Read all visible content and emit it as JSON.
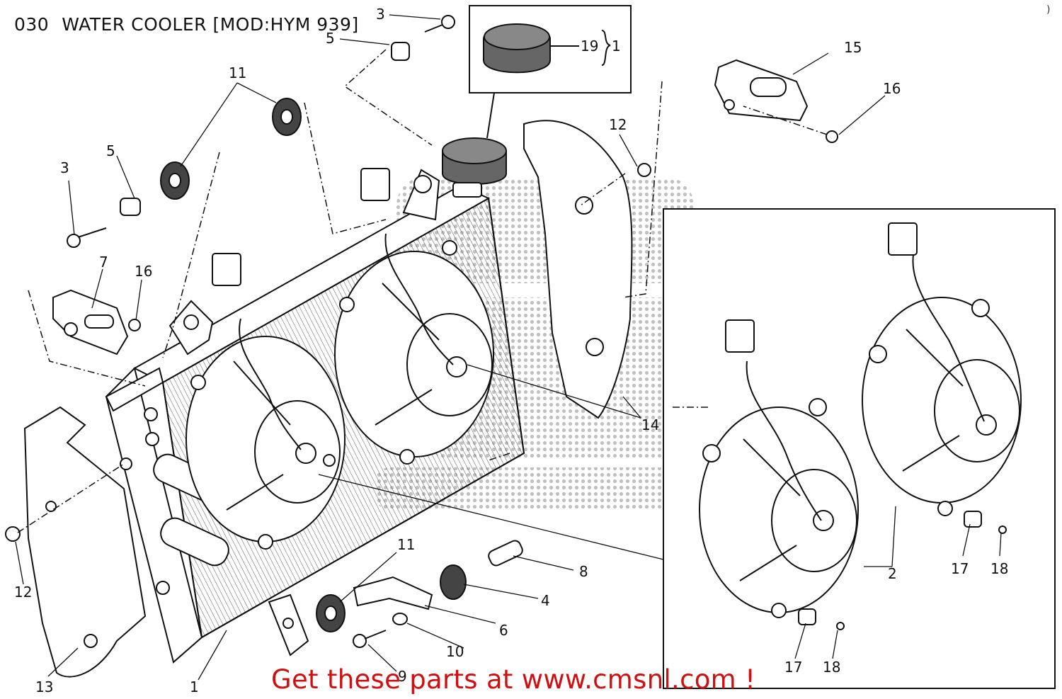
{
  "header": {
    "diagram_number": "030",
    "diagram_title": "WATER COOLER [MOD:HYM 939]",
    "corner_mark": ")"
  },
  "promo": {
    "text": "Get these parts at www.cmsnl.com !",
    "color": "#d01010"
  },
  "callouts": [
    {
      "id": "c3a",
      "label": "3"
    },
    {
      "id": "c5a",
      "label": "5"
    },
    {
      "id": "c19",
      "label": "19"
    },
    {
      "id": "c1a",
      "label": "1"
    },
    {
      "id": "c15",
      "label": "15"
    },
    {
      "id": "c16a",
      "label": "16"
    },
    {
      "id": "c11a",
      "label": "11"
    },
    {
      "id": "c12a",
      "label": "12"
    },
    {
      "id": "c5b",
      "label": "5"
    },
    {
      "id": "c3b",
      "label": "3"
    },
    {
      "id": "c7",
      "label": "7"
    },
    {
      "id": "c16b",
      "label": "16"
    },
    {
      "id": "c14",
      "label": "14"
    },
    {
      "id": "c12b",
      "label": "12"
    },
    {
      "id": "c11b",
      "label": "11"
    },
    {
      "id": "c8",
      "label": "8"
    },
    {
      "id": "c4",
      "label": "4"
    },
    {
      "id": "c6",
      "label": "6"
    },
    {
      "id": "c10",
      "label": "10"
    },
    {
      "id": "c9",
      "label": "9"
    },
    {
      "id": "c13",
      "label": "13"
    },
    {
      "id": "c1b",
      "label": "1"
    },
    {
      "id": "c2",
      "label": "2"
    },
    {
      "id": "c17a",
      "label": "17"
    },
    {
      "id": "c18a",
      "label": "18"
    },
    {
      "id": "c17b",
      "label": "17"
    },
    {
      "id": "c18b",
      "label": "18"
    }
  ],
  "parts": {
    "radiator": "radiator",
    "fan_left": "cooling-fan",
    "fan_right": "cooling-fan",
    "filler_cap": "filler-cap",
    "cover_left": "side-cover",
    "cover_right": "side-cover",
    "fan_assembly_inset": "fan-assembly-inset"
  }
}
